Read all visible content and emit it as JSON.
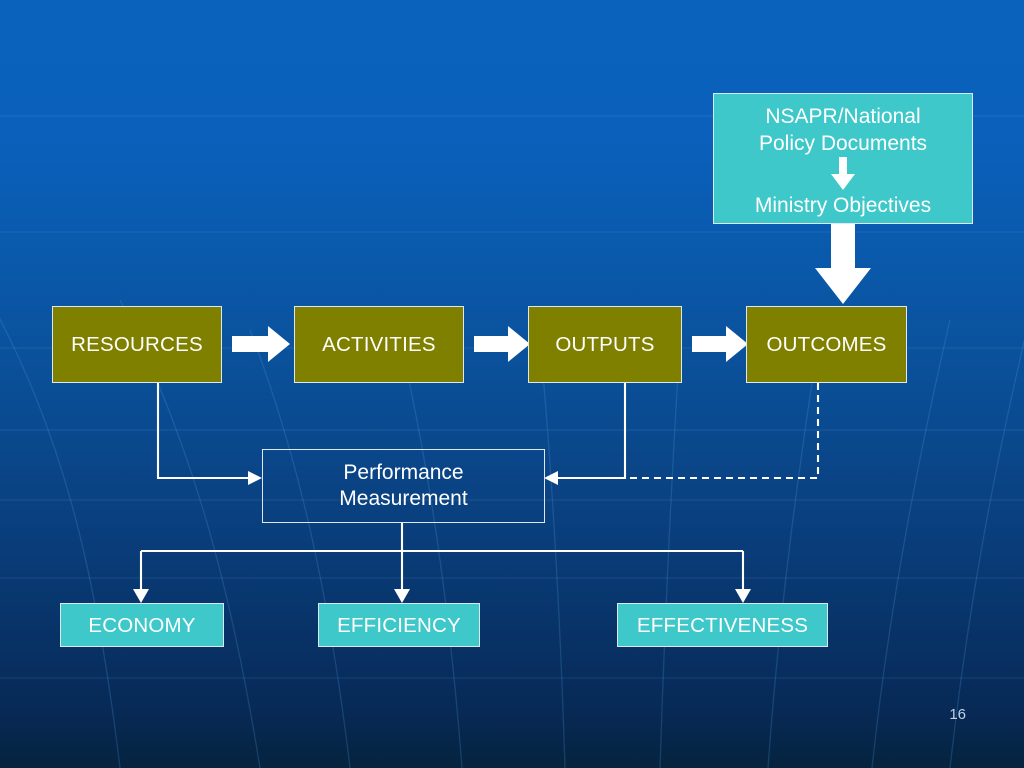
{
  "slide": {
    "page_number": "16",
    "background_color": "#0a4a8f",
    "accent_olive": "#7f8000",
    "accent_teal": "#3ec8c9",
    "line_color": "#ffffff"
  },
  "top_source_box": {
    "line1": "NSAPR/National",
    "line2": "Policy Documents",
    "line3": "Ministry Objectives",
    "inner_arrow": "down-arrow-icon"
  },
  "chain": {
    "boxes": [
      {
        "label": "RESOURCES"
      },
      {
        "label": "ACTIVITIES"
      },
      {
        "label": "OUTPUTS"
      },
      {
        "label": "OUTCOMES"
      }
    ],
    "connector_icon": "right-block-arrow-icon"
  },
  "measurement_box": {
    "line1": "Performance",
    "line2": "Measurement"
  },
  "outcome_measures": [
    {
      "label": "ECONOMY"
    },
    {
      "label": "EFFICIENCY"
    },
    {
      "label": "EFFECTIVENESS"
    }
  ]
}
